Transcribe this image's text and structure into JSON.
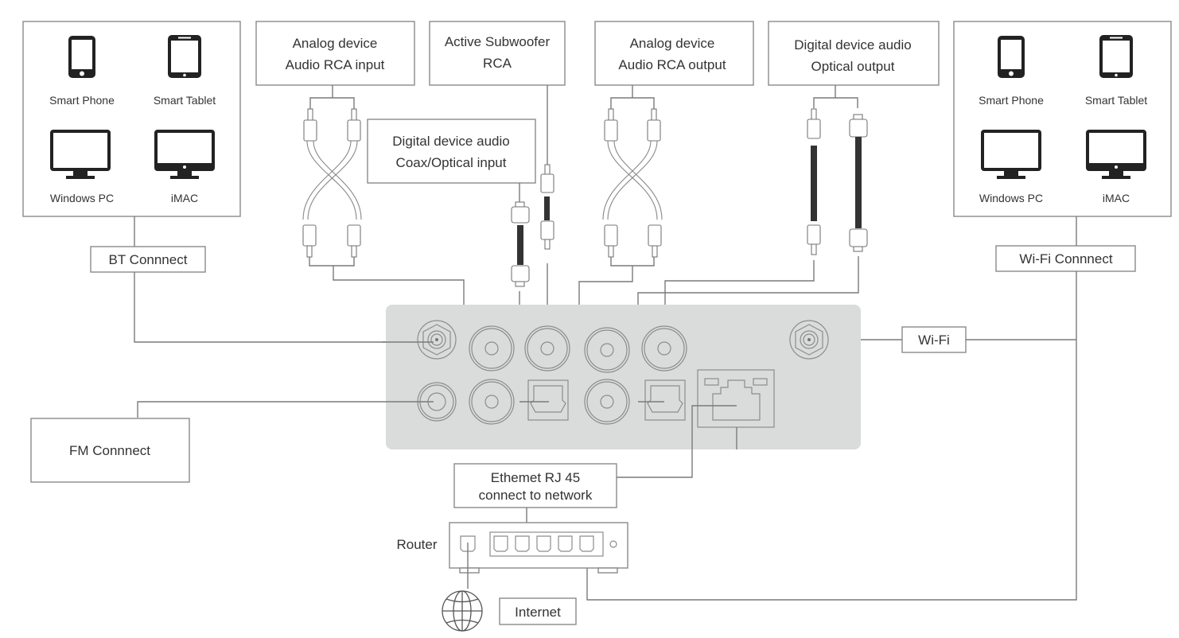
{
  "left_devices": {
    "items": [
      {
        "label": "Smart Phone",
        "icon": "smartphone-icon"
      },
      {
        "label": "Smart Tablet",
        "icon": "tablet-icon"
      },
      {
        "label": "Windows PC",
        "icon": "monitor-icon"
      },
      {
        "label": "iMAC",
        "icon": "imac-icon"
      }
    ],
    "connection_label": "BT Connnect"
  },
  "right_devices": {
    "items": [
      {
        "label": "Smart Phone",
        "icon": "smartphone-icon"
      },
      {
        "label": "Smart Tablet",
        "icon": "tablet-icon"
      },
      {
        "label": "Windows PC",
        "icon": "monitor-icon"
      },
      {
        "label": "iMAC",
        "icon": "imac-icon"
      }
    ],
    "connection_label": "Wi-Fi Connnect"
  },
  "top_labels": {
    "analog_input": [
      "Analog device",
      "Audio RCA input"
    ],
    "subwoofer": [
      "Active Subwoofer",
      "RCA"
    ],
    "digital_coax_optical_input": [
      "Digital device audio",
      "Coax/Optical input"
    ],
    "analog_output": [
      "Analog device",
      "Audio RCA output"
    ],
    "digital_optical_output": [
      "Digital device audio",
      "Optical output"
    ]
  },
  "side_labels": {
    "fm": "FM Connnect",
    "wifi": "Wi-Fi"
  },
  "network": {
    "ethernet": [
      "Ethemet RJ 45",
      "connect to network"
    ],
    "router": "Router",
    "internet": "Internet"
  },
  "colors": {
    "panel": "#dadcdc",
    "line": "#7a7a7a",
    "icon": "#222222"
  }
}
